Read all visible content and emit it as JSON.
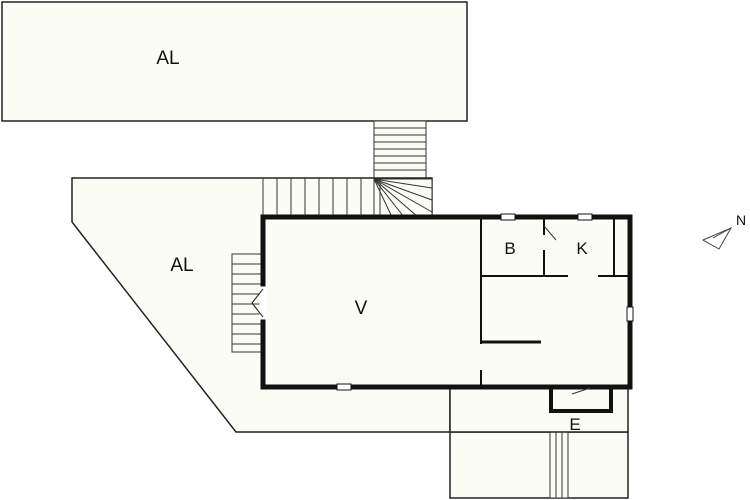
{
  "floorplan": {
    "labels": {
      "balcony_top": "AL",
      "balcony_left": "AL",
      "living": "V",
      "bath": "B",
      "kitchen": "K",
      "entry": "E"
    },
    "compass": {
      "label": "N",
      "icon": "north-arrow-icon"
    },
    "colors": {
      "fill": "#fcfcf6",
      "outline": "#222222",
      "wall": "#111111",
      "background": "#ffffff"
    }
  }
}
